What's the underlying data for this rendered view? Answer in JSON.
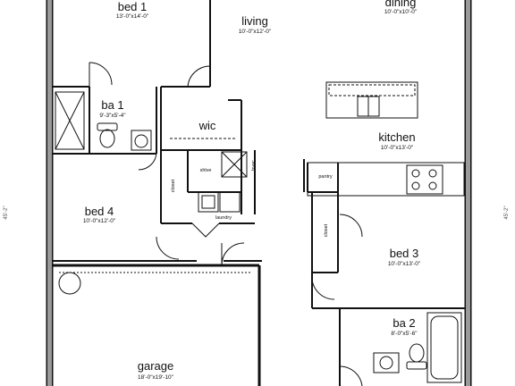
{
  "rooms": {
    "bed1": {
      "name": "bed 1",
      "dims": "13'-0\"x14'-0\""
    },
    "living": {
      "name": "living",
      "dims": "10'-0\"x12'-0\""
    },
    "dining": {
      "name": "dining",
      "dims": "10'-0\"x10'-0\""
    },
    "ba1": {
      "name": "ba 1",
      "dims": "9'-3\"x5'-4\""
    },
    "wic": {
      "name": "wic"
    },
    "kitchen": {
      "name": "kitchen",
      "dims": "10'-0\"x13'-0\""
    },
    "bed4": {
      "name": "bed 4",
      "dims": "10'-0\"x12'-0\""
    },
    "bed3": {
      "name": "bed 3",
      "dims": "10'-0\"x13'-0\""
    },
    "ba2": {
      "name": "ba 2",
      "dims": "8'-0\"x5'-6\""
    },
    "garage": {
      "name": "garage",
      "dims": "18'-0\"x19'-10\""
    }
  },
  "small_labels": {
    "closet_left": "closet",
    "closet_right": "closet",
    "shlve": "shlve",
    "hvac": "hvac",
    "laundry": "laundry",
    "pantry": "pantry"
  },
  "overall_dim": {
    "left": "45'-2\"",
    "right": "45'-2\""
  }
}
